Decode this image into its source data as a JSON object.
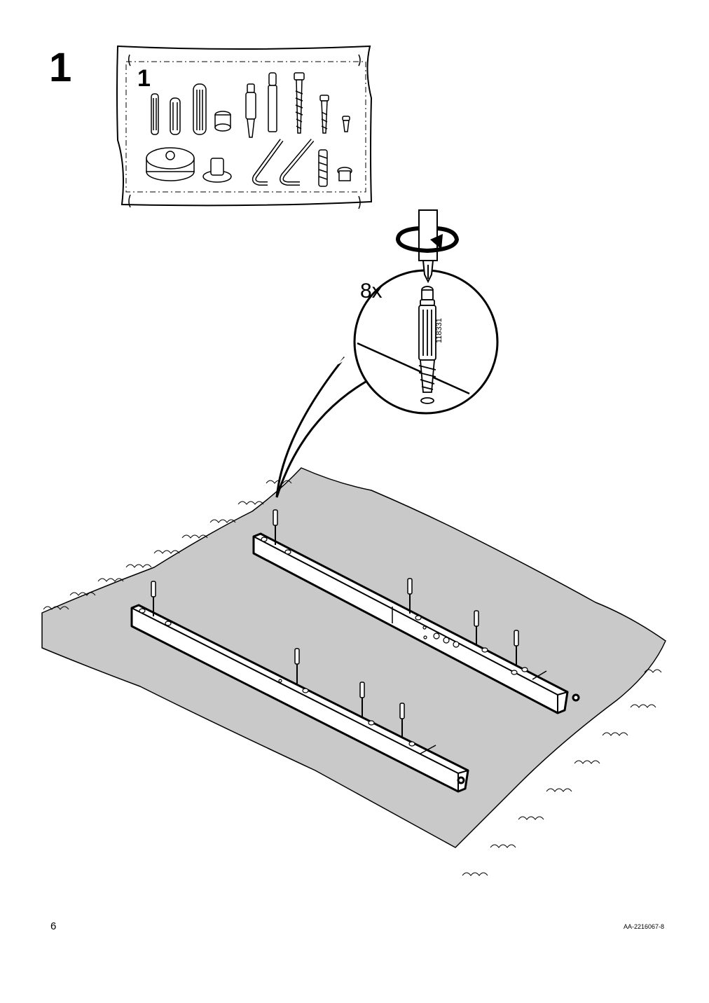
{
  "step": {
    "number": "1"
  },
  "parts_bag": {
    "label": "1"
  },
  "detail": {
    "quantity": "8x",
    "part_number": "118331"
  },
  "footer": {
    "page_number": "6",
    "document_code": "AA-2216067-8"
  },
  "colors": {
    "floor_mat": "#c9c9c9",
    "ink": "#000000",
    "paper": "#ffffff"
  },
  "icons": [
    "hardware-bag",
    "screwdriver-rotation-arrow",
    "cam-dowel-screw",
    "wooden-rail",
    "floor-mat"
  ]
}
